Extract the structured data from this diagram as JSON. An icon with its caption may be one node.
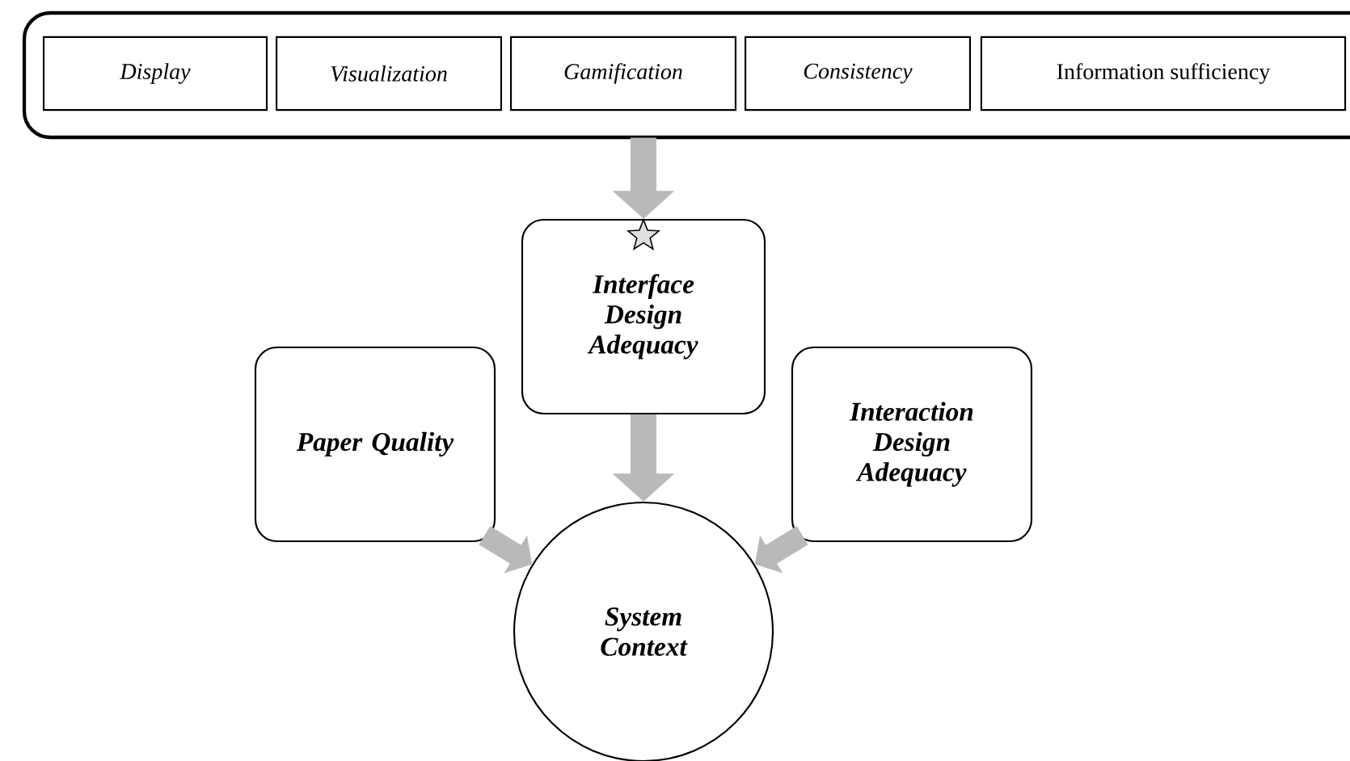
{
  "diagram": {
    "nodes": [
      {
        "text": [],
        "shape": "box"
      },
      {
        "text": [
          "Display"
        ],
        "in": 0
      },
      {
        "text": [
          "Visualization"
        ],
        "in": 0
      },
      {
        "text": [
          "Gamification"
        ],
        "in": 0
      },
      {
        "text": [
          "Consistency"
        ],
        "in": 0
      },
      {
        "text": [
          "Information sufficiency"
        ],
        "in": 0
      },
      {
        "text": [
          "Interface Design Adequacy"
        ]
      },
      {
        "text": [
          "Paper Quality"
        ]
      },
      {
        "text": [
          "Interaction Design Adequacy"
        ]
      },
      {
        "text": [
          "System Context"
        ]
      }
    ],
    "edges": [
      {
        "from": 0,
        "to": 6,
        "arrow": "to"
      },
      {
        "from": 6,
        "to": 9,
        "arrow": "to"
      },
      {
        "from": 7,
        "to": 9,
        "arrow": "to"
      },
      {
        "from": 8,
        "to": 9,
        "arrow": "to"
      }
    ]
  }
}
